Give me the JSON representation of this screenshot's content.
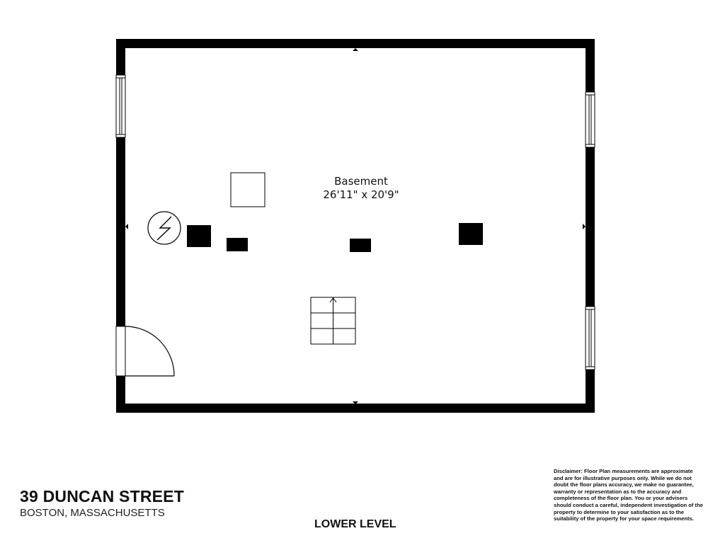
{
  "rooms": [
    {
      "name": "Basement",
      "dimensions": "26'11\" x 20'9\""
    }
  ],
  "footer": {
    "address": "39 DUNCAN STREET",
    "city": "BOSTON, MASSACHUSETTS",
    "level": "LOWER LEVEL",
    "disclaimer": "Disclaimer: Floor Plan measurements are approximate and are for illustrative purposes only. While we do not doubt the floor plans accuracy, we make no guarantee, warranty or representation as to the accuracy and completeness of the floor plan. You or your advisers should conduct a careful, independent investigation of the property to determine to your satisfaction as to the suitability of the property for your space requirements."
  },
  "colors": {
    "wall": "#000000",
    "background": "#ffffff"
  }
}
